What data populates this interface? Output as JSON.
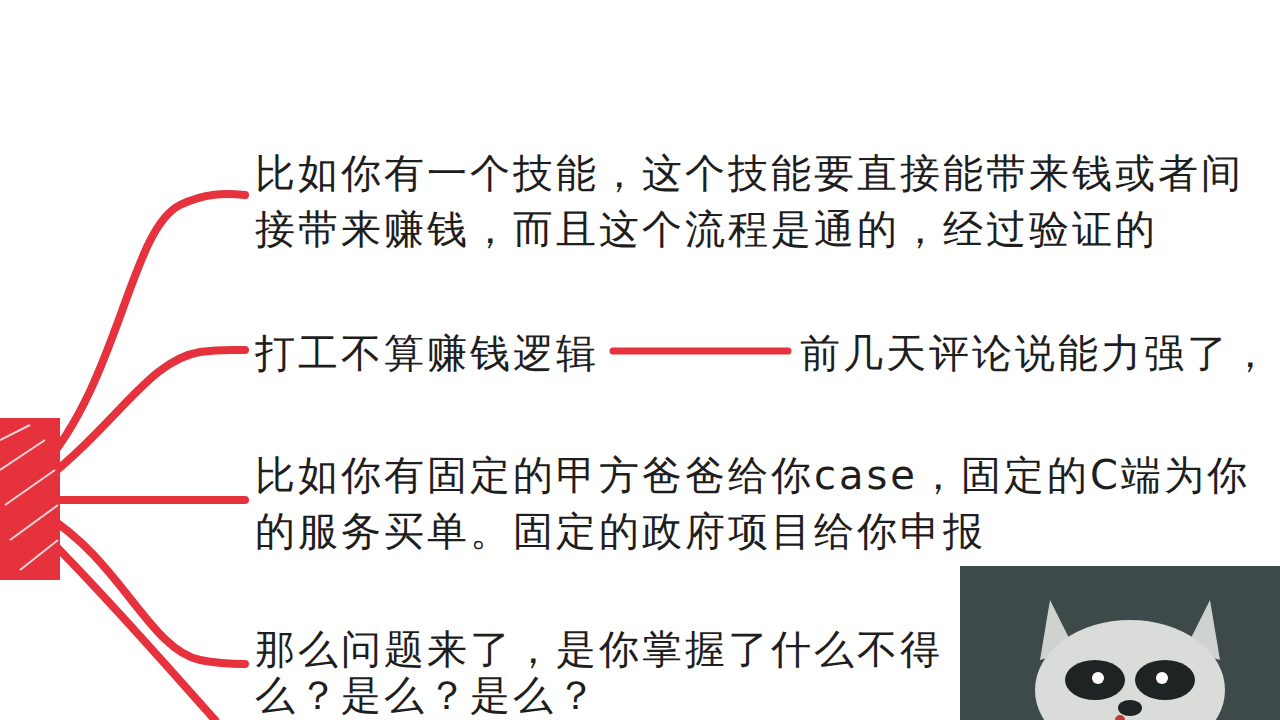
{
  "diagram": {
    "labels": [
      "比如你有一个技能，这个技能要直接能带来钱或者间接带来赚钱，而且这个流程是通的，经过验证的",
      "打工不算赚钱逻辑",
      "前几天评论说能力强了，",
      "比如你有固定的甲方爸爸给你case，固定的C端为你的服务买单。固定的政府项目给你申报",
      "那么问题来了，是你掌握了什么不得 么？是么？是么？"
    ]
  }
}
